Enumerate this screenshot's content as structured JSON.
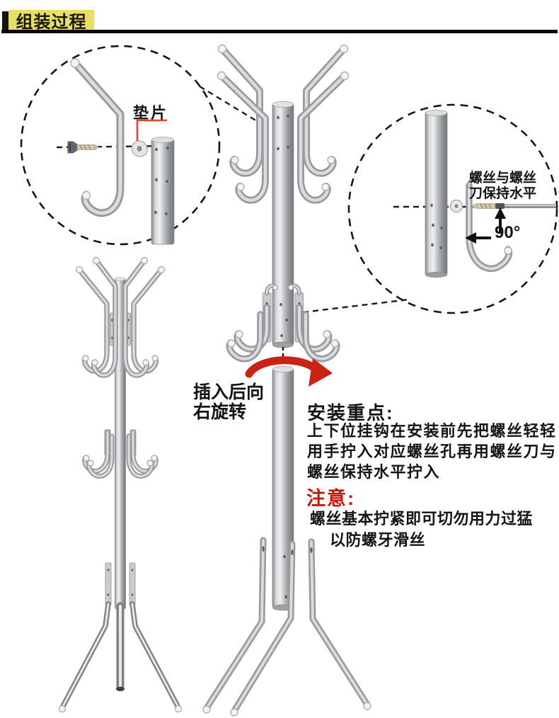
{
  "header": {
    "title": "组装过程",
    "bar_color": "#e7df6b",
    "underline_color": "#070707"
  },
  "callouts": {
    "washer_circle": {
      "label": "垫片"
    },
    "screwdriver_circle": {
      "note_lines": [
        "螺丝与螺丝",
        "刀保持水平"
      ],
      "angle_label": "90°"
    },
    "rotate_note_lines": [
      "插入后向",
      "右旋转"
    ]
  },
  "instructions": {
    "install_title": "安装重点:",
    "install_lines": [
      "上下位挂钩在安装前先把螺丝轻轻",
      "用手拧入对应螺丝孔再用螺丝刀与",
      "螺丝保持水平拧入"
    ],
    "caution_title": "注意:",
    "caution_lines": [
      "螺丝基本拧紧即可切勿用力过猛",
      "以防螺牙滑丝"
    ]
  },
  "colors": {
    "accent_yellow": "#e7df6b",
    "caution_red": "#c21807",
    "arrow_red": "#cb2213",
    "callout_red": "#e8432c",
    "metal_gray": "#b4b7b9"
  }
}
